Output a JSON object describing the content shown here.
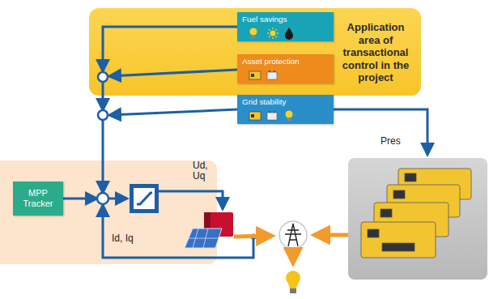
{
  "diagram": {
    "nodes": [
      {
        "text": [
          "Application area of transactional control in the project"
        ]
      },
      {
        "text": [
          "Fuel savings"
        ],
        "in": 0
      },
      {
        "text": [
          "Asset protection"
        ],
        "in": 0
      },
      {
        "text": [
          "Grid stability"
        ]
      },
      {
        "text": [
          "MPP Tracker"
        ]
      }
    ],
    "labels": [
      "Ud, Uq",
      "Pres",
      "Id, Iq"
    ]
  }
}
